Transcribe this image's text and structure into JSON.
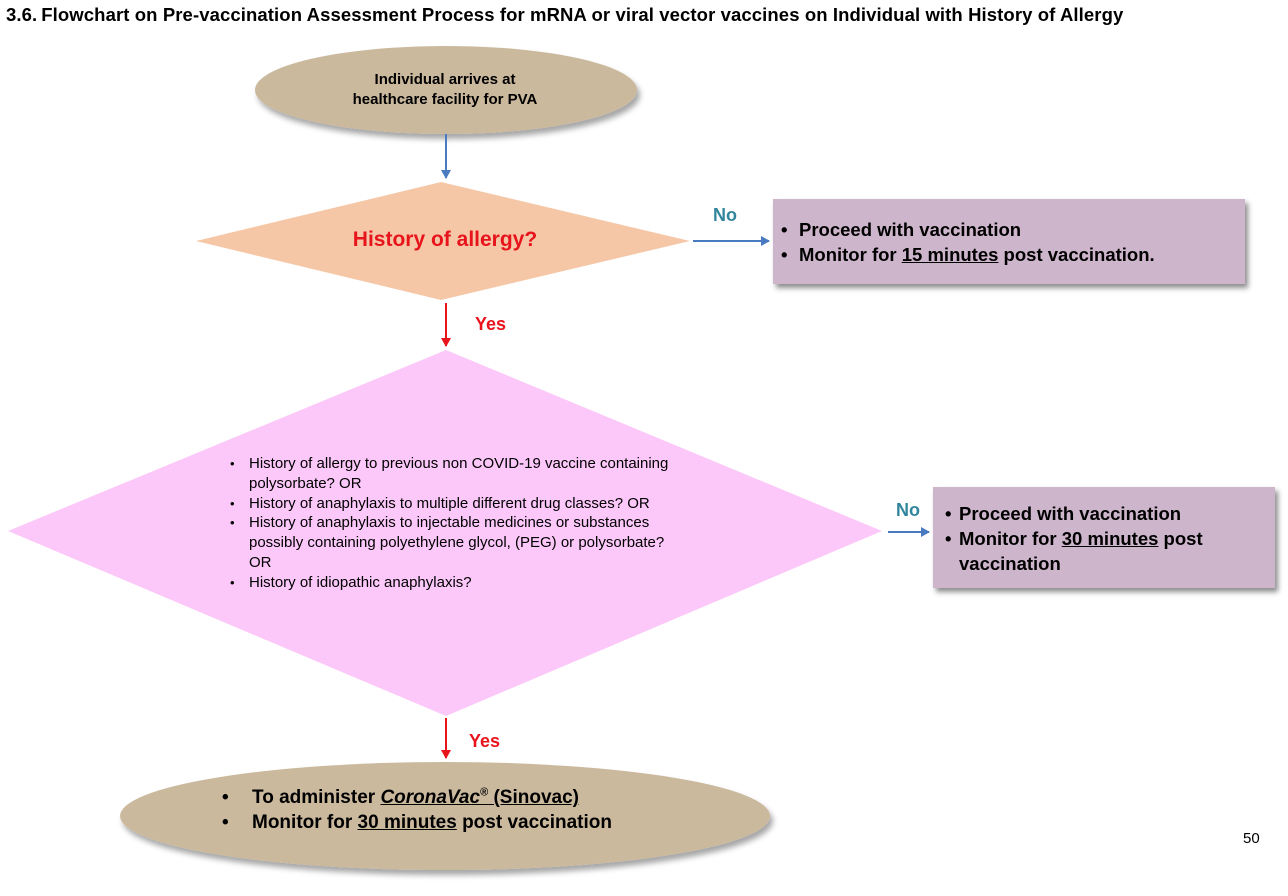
{
  "title": {
    "number": "3.6.",
    "text": "Flowchart on Pre-vaccination Assessment Process for mRNA or viral vector vaccines on Individual with History of Allergy"
  },
  "start_node": {
    "line1": "Individual arrives at",
    "line2": "healthcare facility for PVA"
  },
  "decision1": {
    "text": "History of allergy?"
  },
  "decision1_no": {
    "label": "No",
    "item1": "Proceed with vaccination",
    "item2_prefix": "Monitor for ",
    "item2_emph": "15 minutes",
    "item2_suffix": " post vaccination."
  },
  "decision1_yes": {
    "label": "Yes"
  },
  "decision2": {
    "items": [
      "History of allergy to previous non COVID-19 vaccine containing polysorbate? OR",
      "History of anaphylaxis to multiple different drug classes?  OR",
      "History of anaphylaxis to injectable medicines or substances  possibly containing polyethylene glycol, (PEG) or polysorbate? OR",
      "History of idiopathic anaphylaxis?"
    ]
  },
  "decision2_no": {
    "label": "No",
    "item1": "Proceed with vaccination",
    "item2_prefix": "Monitor for ",
    "item2_emph": "30 minutes",
    "item2_suffix": " post vaccination"
  },
  "decision2_yes": {
    "label": "Yes"
  },
  "end_node": {
    "item1_prefix": "To administer ",
    "item1_brand": "CoronaVac",
    "item1_reg": "®",
    "item1_suffix": " (Sinovac)",
    "item2_prefix": "Monitor for ",
    "item2_emph": "30 minutes",
    "item2_suffix": " post vaccination"
  },
  "bullet_symbol": "•",
  "page_number": "50",
  "colors": {
    "terminal_fill": "#cbb99e",
    "decision1_fill": "#f5c7a7",
    "decision2_fill": "#fcc8f9",
    "outcome_box_fill": "#cdb5cb",
    "arrow_blue": "#4a7ac0",
    "arrow_red": "#e8141b",
    "label_no": "#31859c",
    "label_yes": "#e8141b"
  }
}
